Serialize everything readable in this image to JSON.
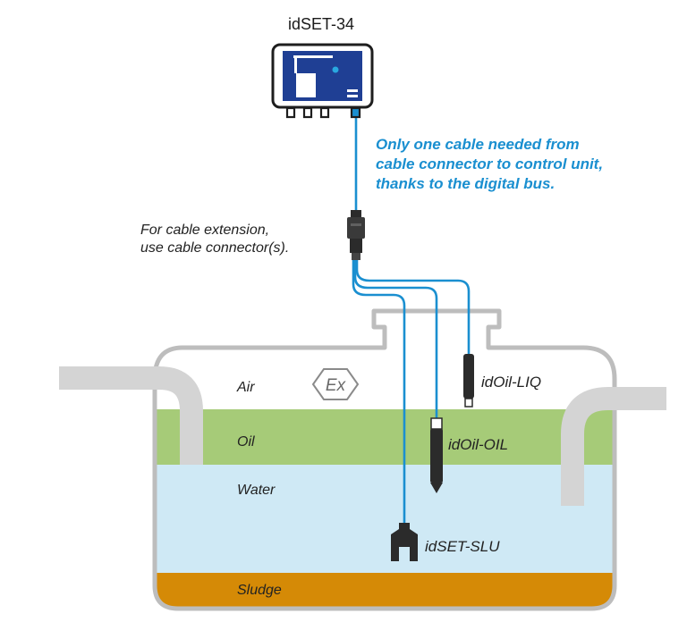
{
  "diagram": {
    "control_unit": {
      "label": "idSET-34"
    },
    "cable_note": [
      "Only one cable needed from",
      "cable connector to control unit,",
      "thanks to the digital bus."
    ],
    "extension_note": [
      "For cable extension,",
      "use cable connector(s)."
    ],
    "layers": {
      "air": "Air",
      "oil": "Oil",
      "water": "Water",
      "sludge": "Sludge"
    },
    "sensors": {
      "liq": "idOil-LIQ",
      "oil": "idOil-OIL",
      "slu": "idSET-SLU"
    },
    "ex_mark": "Ex",
    "colors": {
      "cable": "#1a8fd0",
      "device": "#1f3f94",
      "oil": "#a6cb78",
      "water": "#cfe9f5",
      "sludge": "#d58a06",
      "tank": "#bdbdbd",
      "sensor": "#2b2b2b"
    }
  }
}
